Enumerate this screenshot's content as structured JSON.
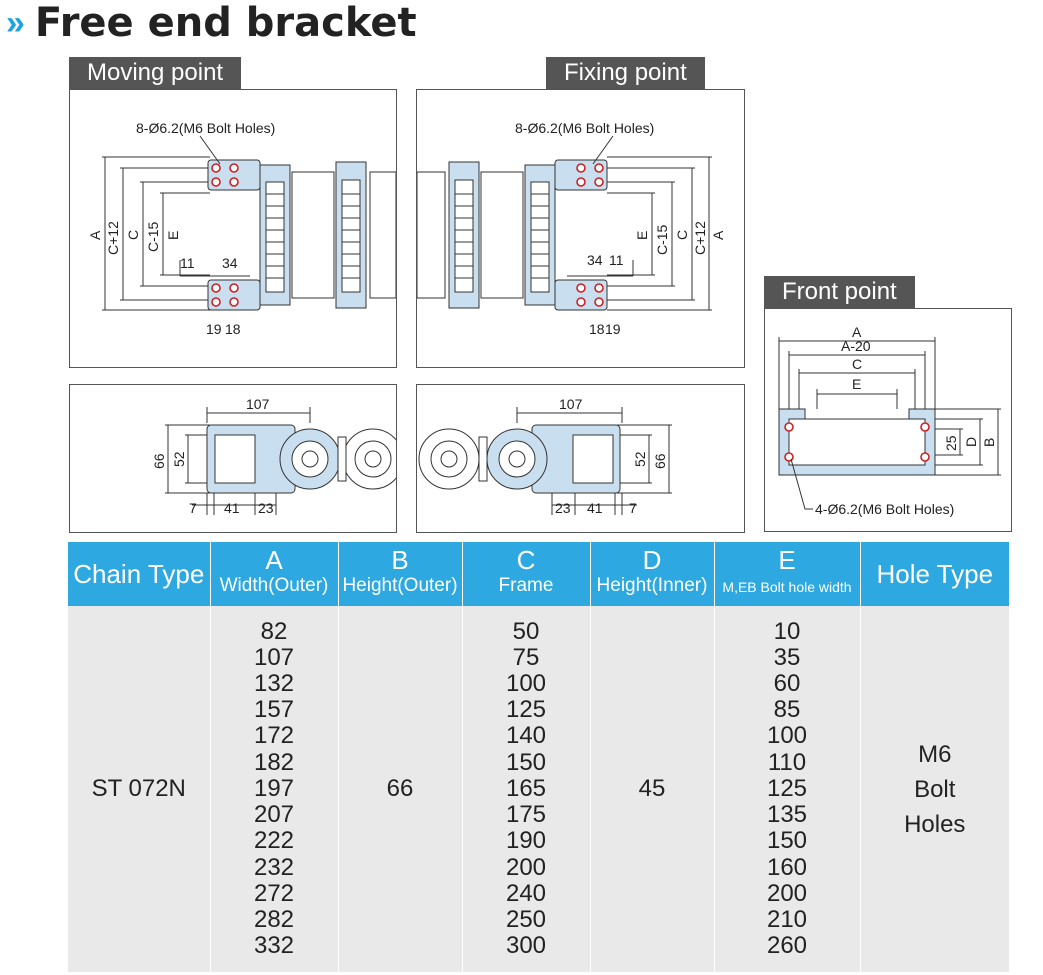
{
  "header": {
    "chevron": "»",
    "title": "Free end bracket"
  },
  "panels": {
    "moving": {
      "label": "Moving point",
      "holes": "8-Ø6.2(M6 Bolt Holes)",
      "dims": {
        "a": "A",
        "c12": "C+12",
        "c": "C",
        "c15": "C-15",
        "e": "E",
        "d11": "11",
        "d34": "34",
        "d19": "19",
        "d18": "18"
      }
    },
    "fixing": {
      "label": "Fixing point",
      "holes": "8-Ø6.2(M6 Bolt Holes)",
      "dims": {
        "a": "A",
        "c12": "C+12",
        "c": "C",
        "c15": "C-15",
        "e": "E",
        "d34": "34",
        "d11": "11",
        "d18": "18",
        "d19": "19"
      }
    },
    "front": {
      "label": "Front point",
      "holes": "4-Ø6.2(M6 Bolt Holes)",
      "dims": {
        "a": "A",
        "a20": "A-20",
        "c": "C",
        "e": "E",
        "d25": "25",
        "d": "D",
        "b": "B"
      }
    },
    "side_left": {
      "d107": "107",
      "d66": "66",
      "d52": "52",
      "d7": "7",
      "d41": "41",
      "d23": "23"
    },
    "side_right": {
      "d107": "107",
      "d52": "52",
      "d66": "66",
      "d23": "23",
      "d41": "41",
      "d7": "7"
    }
  },
  "table": {
    "headers": [
      {
        "main": "Chain Type"
      },
      {
        "main": "A",
        "sub": "Width(Outer)"
      },
      {
        "main": "B",
        "sub": "Height(Outer)"
      },
      {
        "main": "C",
        "sub": "Frame"
      },
      {
        "main": "D",
        "sub": "Height(Inner)"
      },
      {
        "main": "E",
        "sub": "M,EB Bolt hole width"
      },
      {
        "main": "Hole Type"
      }
    ],
    "row": {
      "chain_type": "ST 072N",
      "a": [
        "82",
        "107",
        "132",
        "157",
        "172",
        "182",
        "197",
        "207",
        "222",
        "232",
        "272",
        "282",
        "332"
      ],
      "b": "66",
      "c": [
        "50",
        "75",
        "100",
        "125",
        "140",
        "150",
        "165",
        "175",
        "190",
        "200",
        "240",
        "250",
        "300"
      ],
      "d": "45",
      "e": [
        "10",
        "35",
        "60",
        "85",
        "100",
        "110",
        "125",
        "135",
        "150",
        "160",
        "200",
        "210",
        "260"
      ],
      "hole_type": [
        "M6",
        "Bolt",
        "Holes"
      ]
    }
  },
  "colors": {
    "accent": "#2ea8e0",
    "part": "#c9dff0",
    "tag": "#555555",
    "cell": "#e9e9ea",
    "hole": "#cc2222"
  }
}
